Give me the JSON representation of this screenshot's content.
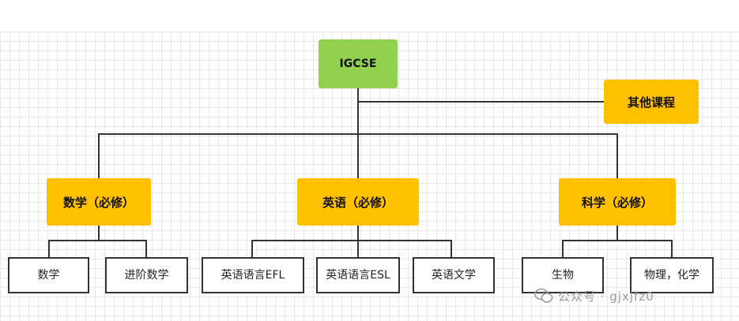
{
  "root": {
    "label": "IGCSE",
    "color": "#92d050"
  },
  "other": {
    "label": "其他课程",
    "color": "#ffc000"
  },
  "categories": [
    {
      "label": "数学（必修）",
      "children": [
        "数学",
        "进阶数学"
      ]
    },
    {
      "label": "英语（必修）",
      "children": [
        "英语语言EFL",
        "英语语言ESL",
        "英语文学"
      ]
    },
    {
      "label": "科学（必修）",
      "children": [
        "生物",
        "物理，化学"
      ]
    }
  ],
  "watermark": {
    "text": "公众号 · gjxjfz0",
    "icon": "wechat-icon"
  }
}
